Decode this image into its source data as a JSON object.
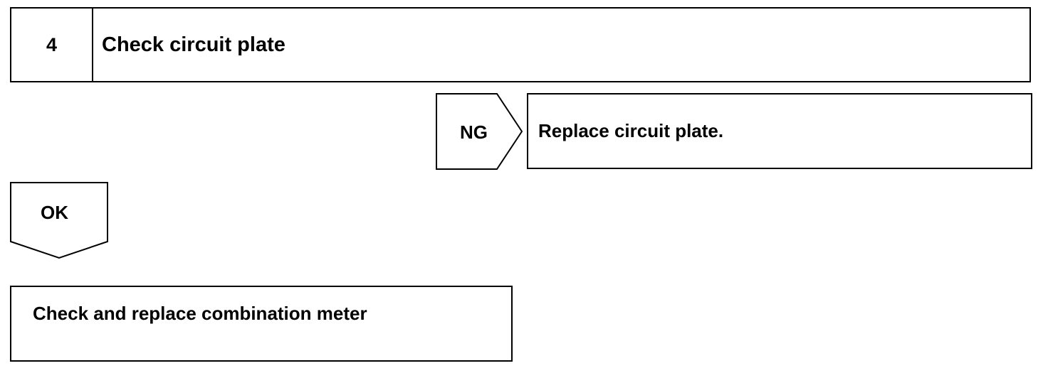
{
  "step": {
    "number": "4",
    "title": "Check circuit plate"
  },
  "ng_branch": {
    "label": "NG",
    "action": "Replace circuit plate."
  },
  "ok_branch": {
    "label": "OK"
  },
  "final_step": {
    "text": "Check and replace combination meter"
  }
}
